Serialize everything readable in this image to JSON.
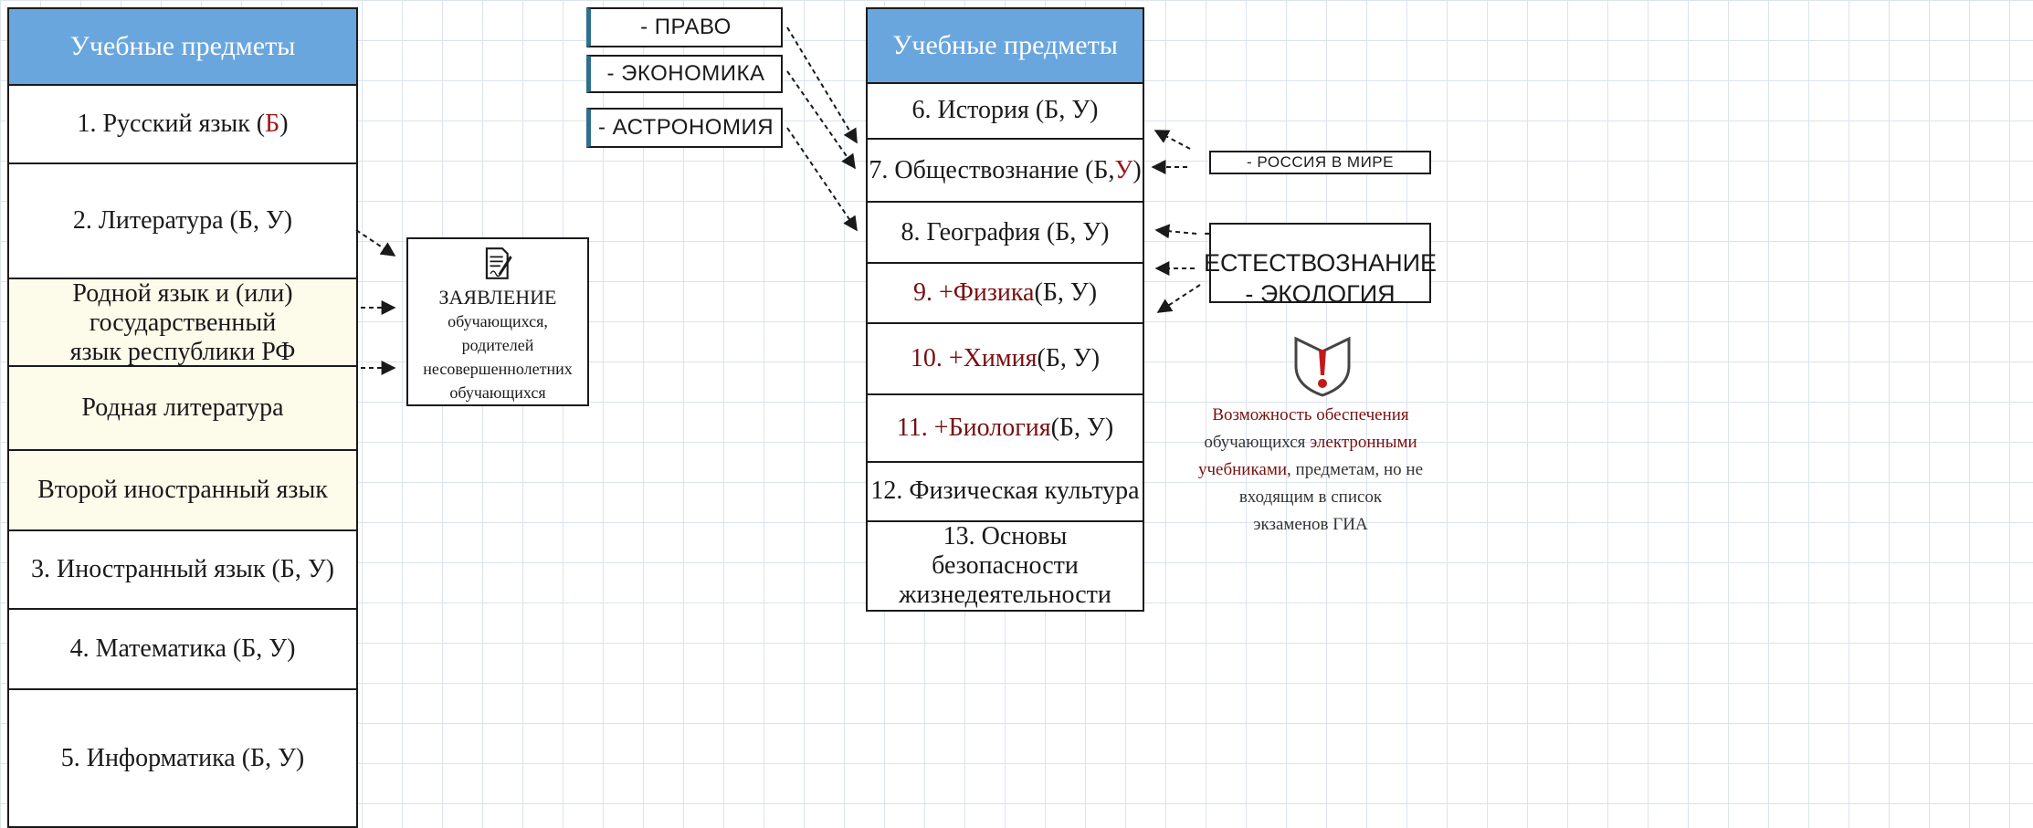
{
  "left_table": {
    "header": "Учебные предметы",
    "rows": [
      {
        "pre": "1. Русский язык (",
        "mark": "Б",
        "post": ")"
      },
      {
        "text": "2. Литература (Б, У)"
      },
      {
        "line1": "Родной язык и (или) государственный",
        "line2": "язык  республики РФ"
      },
      {
        "text": "Родная литература"
      },
      {
        "text": "Второй иностранный язык"
      },
      {
        "text": "3. Иностранный язык (Б, У)"
      },
      {
        "text": "4. Математика (Б, У)"
      },
      {
        "text": "5. Информатика (Б, У)"
      }
    ]
  },
  "statement": {
    "title": "ЗАЯВЛЕНИЕ",
    "lines": [
      "обучающихся,",
      "родителей",
      "несовершеннолетних",
      "обучающихся"
    ]
  },
  "top_labels": [
    "- ПРАВО",
    "- ЭКОНОМИКА",
    "- АСТРОНОМИЯ"
  ],
  "right_table": {
    "header": "Учебные предметы",
    "rows": [
      {
        "text": "6. История (Б, У)"
      },
      {
        "pre": "7. Обществознание  (Б, ",
        "mark": "У",
        "post": ")"
      },
      {
        "text": "8. География (Б, У)"
      },
      {
        "red": "9. +Физика",
        "rest": " (Б, У)"
      },
      {
        "red": "10. +Химия",
        "rest": " (Б, У)"
      },
      {
        "red": "11. +Биология",
        "rest": " (Б, У)"
      },
      {
        "text": "12. Физическая культура"
      },
      {
        "line1": "13. Основы безопасности",
        "line2": "жизнедеятельности"
      }
    ]
  },
  "side_labels": {
    "russia": "- РОССИЯ В МИРЕ",
    "science1": "- ЕСТЕСТВОЗНАНИЕ",
    "science2": "- ЭКОЛОГИЯ"
  },
  "warning": {
    "line1": "Возможность  обеспечения",
    "line2_a": "обучающихся  ",
    "line2_b": "электронными",
    "line3_a": "учебниками,",
    "line3_b": "  предметам, но не",
    "line4": "входящим в список",
    "line5": "экзаменов ГИА"
  },
  "colors": {
    "header_blue": "#69a6de",
    "accent_red": "#a01818",
    "label_border": "#2d6f8e"
  },
  "icons": [
    "document-pen-icon",
    "exclamation-shield-icon"
  ]
}
